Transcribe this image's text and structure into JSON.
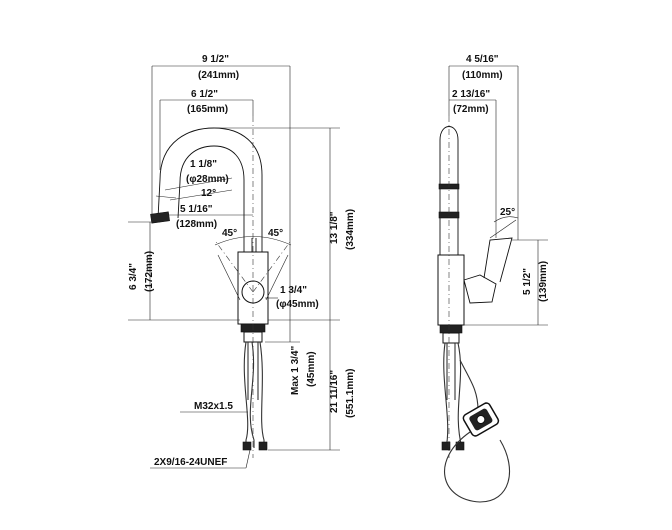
{
  "front_view": {
    "width_total": "9 1/2\"",
    "width_total_mm": "(241mm)",
    "reach": "6 1/2\"",
    "reach_mm": "(165mm)",
    "spout_dia": "1 1/8\"",
    "spout_dia_mm": "(φ28mm)",
    "spout_angle": "12°",
    "spout_to_handle": "5 1/16\"",
    "spout_to_handle_mm": "(128mm)",
    "handle_angle_left": "45°",
    "handle_angle_right": "45°",
    "spout_height": "6 3/4\"",
    "spout_height_mm": "(172mm)",
    "total_height": "13 1/8\"",
    "total_height_mm": "(334mm)",
    "base_dia": "1 3/4\"",
    "base_dia_mm": "(φ45mm)",
    "deck_max": "Max 1 3/4\"",
    "deck_max_mm": "(45mm)",
    "overall_length": "21 11/16\"",
    "overall_length_mm": "(551.1mm)",
    "thread": "M32x1.5",
    "hose_thread": "2X9/16-24UNEF"
  },
  "side_view": {
    "depth_total": "4 5/16\"",
    "depth_total_mm": "(110mm)",
    "depth_offset": "2 13/16\"",
    "depth_offset_mm": "(72mm)",
    "handle_angle": "25°",
    "handle_height": "5 1/2\"",
    "handle_height_mm": "(139mm)"
  }
}
